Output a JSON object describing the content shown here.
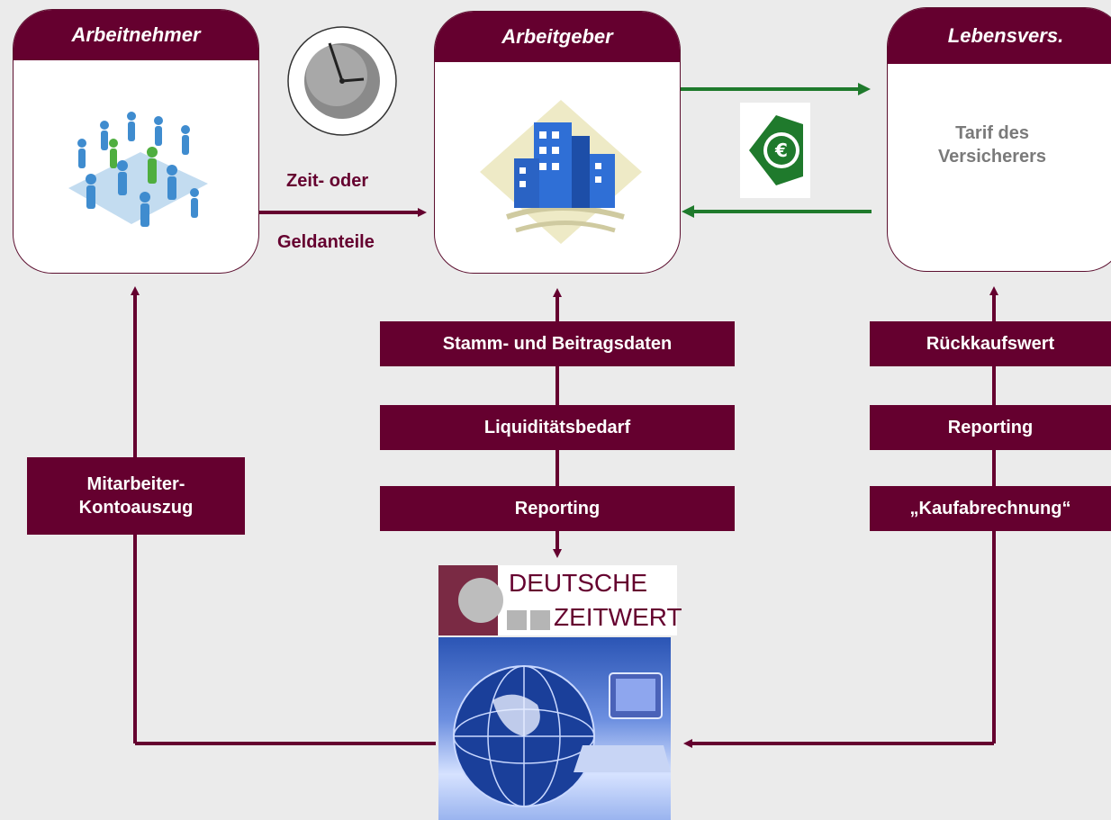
{
  "cards": {
    "employee": {
      "title": "Arbeitnehmer"
    },
    "employer": {
      "title": "Arbeitgeber"
    },
    "insurer": {
      "title": "Lebensvers.",
      "tariff_line1": "Tarif des",
      "tariff_line2": "Versicherers"
    }
  },
  "flow_labels": {
    "time_or_money_line1": "Zeit- oder",
    "time_or_money_line2": "Geldanteile"
  },
  "employer_labels": [
    "Stamm- und Beitragsdaten",
    "Liquiditätsbedarf",
    "Reporting"
  ],
  "insurer_labels": [
    "Rückkaufswert",
    "Reporting",
    "„Kaufabrechnung“"
  ],
  "employee_statement": {
    "line1": "Mitarbeiter-",
    "line2": "Kontoauszug"
  },
  "logo": {
    "line1": "DEUTSCHE",
    "line2": "ZEITWERT"
  },
  "colors": {
    "brand": "#65002f",
    "arrow_green": "#1f7a2c",
    "background": "#ebebeb"
  },
  "icons": {
    "people": "people-network-icon",
    "clock": "clock-icon",
    "building": "office-building-icon",
    "euro": "euro-money-icon",
    "globe": "globe-computer-icon"
  }
}
